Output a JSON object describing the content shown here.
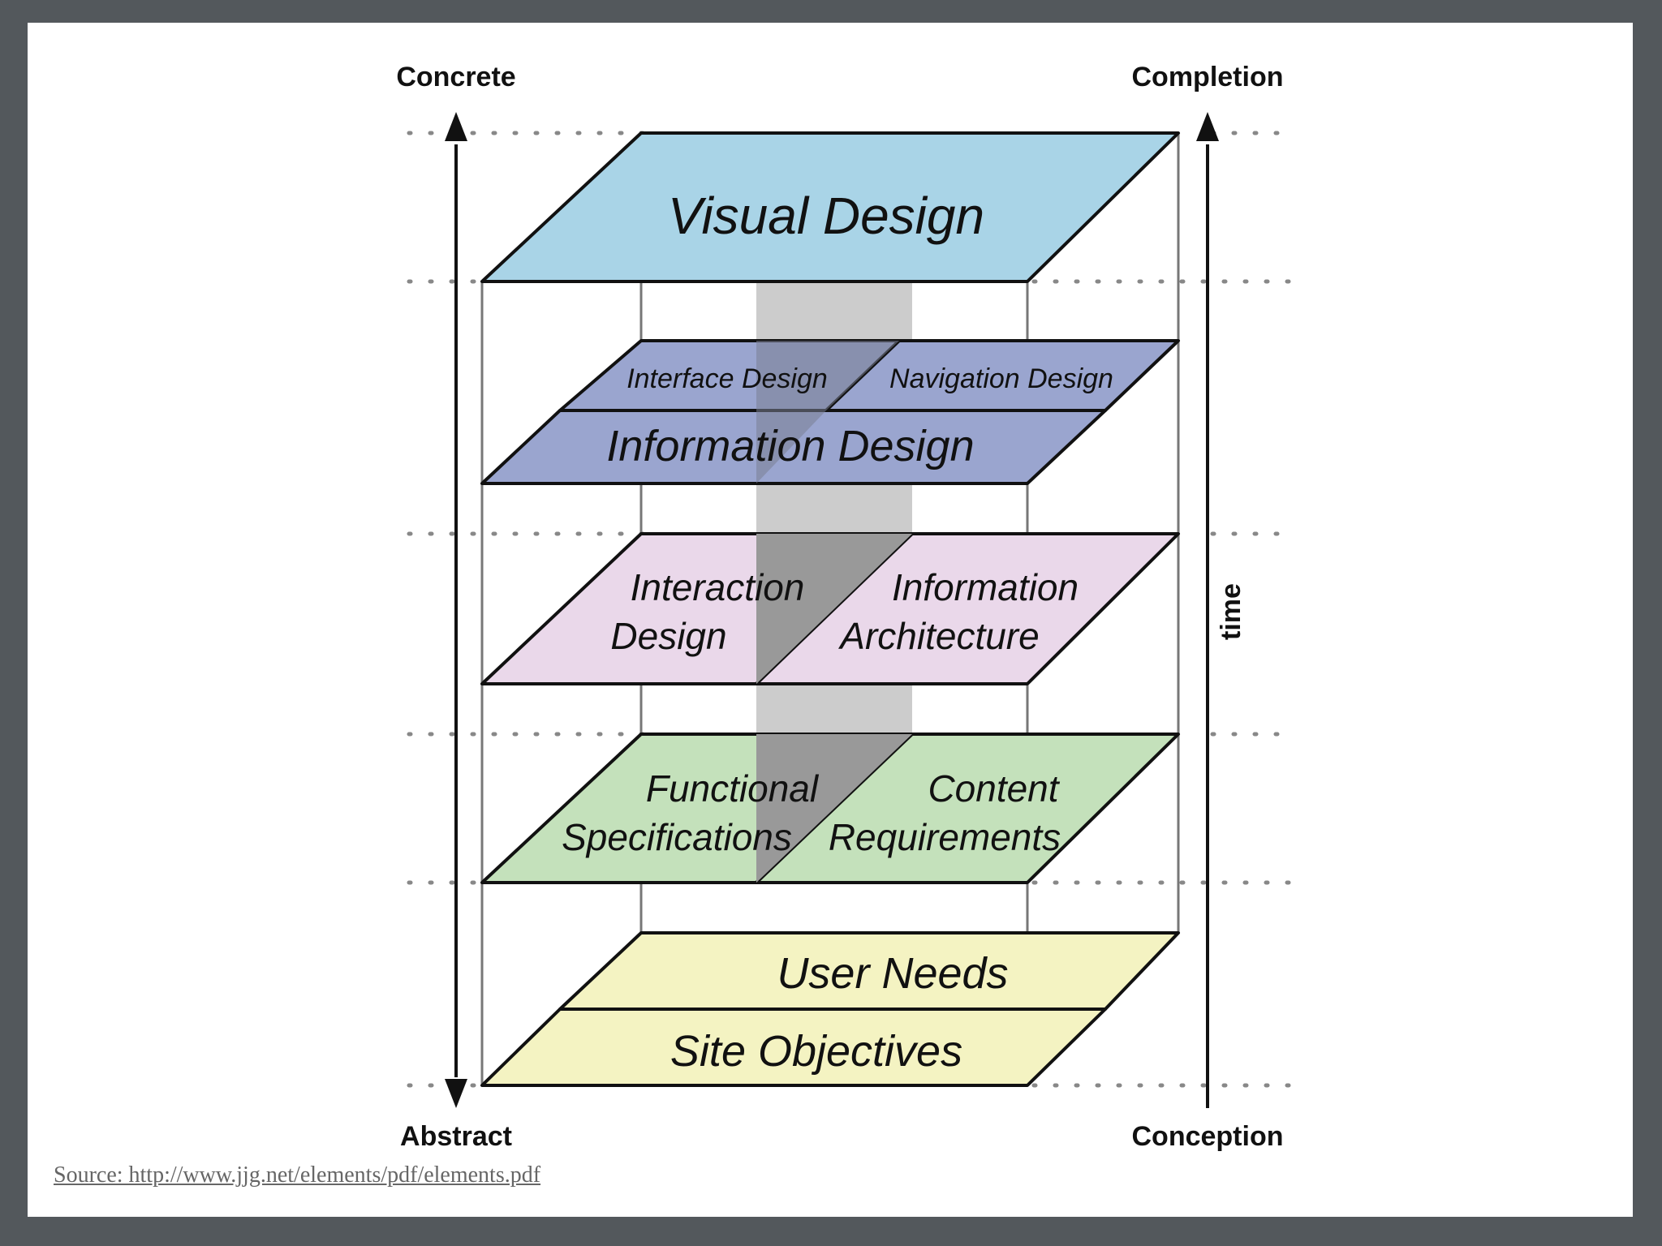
{
  "diagram": {
    "axis": {
      "top_left": "Concrete",
      "bottom_left": "Abstract",
      "top_right": "Completion",
      "bottom_right": "Conception",
      "time": "time"
    },
    "layers": {
      "visual_design": "Visual Design",
      "interface_design": "Interface Design",
      "navigation_design": "Navigation Design",
      "information_design": "Information Design",
      "interaction_design": [
        "Interaction",
        "Design"
      ],
      "information_architecture": [
        "Information",
        "Architecture"
      ],
      "functional_specifications": [
        "Functional",
        "Specifications"
      ],
      "content_requirements": [
        "Content",
        "Requirements"
      ],
      "user_needs": "User Needs",
      "site_objectives": "Site Objectives"
    },
    "colors": {
      "visual": "#a9d4e7",
      "blue_layer": "#9aa5cf",
      "pink_layer": "#ead8ea",
      "green_layer": "#c4e1bb",
      "yellow_layer": "#f4f3c2",
      "band_light": "#cccccc",
      "band_dark": "#999999"
    }
  },
  "source": {
    "text": "Source: http://www.jjg.net/elements/pdf/elements.pdf"
  }
}
